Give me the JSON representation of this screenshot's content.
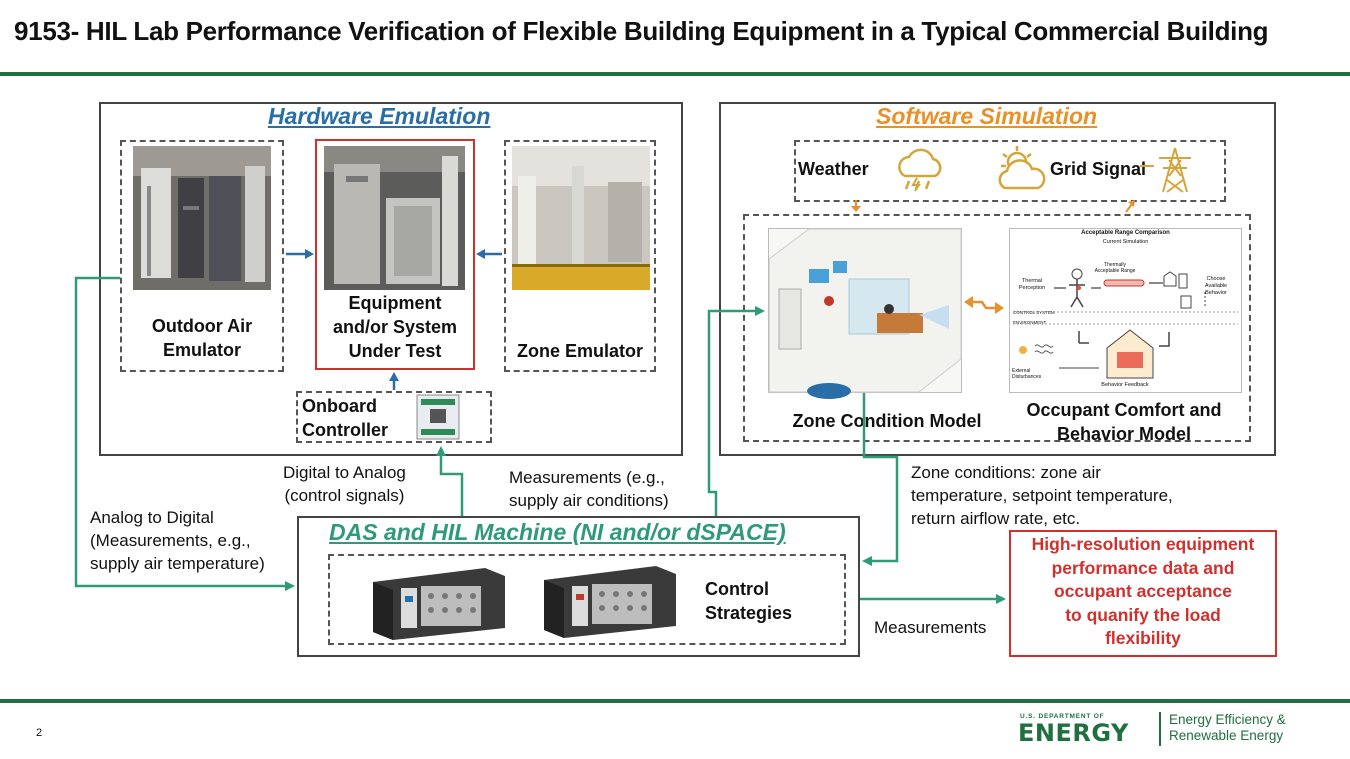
{
  "title": "9153- HIL Lab Performance Verification of Flexible Building Equipment in a Typical Commercial Building",
  "hardware": {
    "title": "Hardware Emulation",
    "outdoor": "Outdoor Air\nEmulator",
    "equipment": "Equipment\nand/or System\nUnder Test",
    "zone": "Zone Emulator",
    "onboard": "Onboard\nController"
  },
  "software": {
    "title": "Software Simulation",
    "weather": "Weather",
    "grid": "Grid Signal",
    "zone_model": "Zone Condition Model",
    "occupant_model": "Occupant Comfort and\nBehavior Model"
  },
  "occupant_figure": {
    "top_label": "Acceptable Range Comparison",
    "sub_label": "Current Simulation",
    "thermal": "Thermal\nPerception",
    "thermally": "Thermally\nAcceptable Range",
    "choose": "Choose\nAvailable\nBehavior",
    "control": "CONTROL SYSTEM",
    "environment": "ENVIRONMENT",
    "external": "External\nDisturbances",
    "feedback": "Behavior Feedback"
  },
  "das": {
    "title": "DAS and HIL Machine (NI and/or dSPACE)",
    "control": "Control\nStrategies"
  },
  "annotations": {
    "d2a": "Digital to Analog\n(control signals)",
    "measurements_eg": "Measurements (e.g.,\nsupply air conditions)",
    "a2d": "Analog to Digital\n(Measurements, e.g.,\nsupply air temperature)",
    "zone_conditions": "Zone conditions: zone air\ntemperature, setpoint temperature,\nreturn airflow rate, etc.",
    "measurements": "Measurements"
  },
  "output": "High-resolution equipment\nperformance data and\noccupant acceptance\nto quanify the load\nflexibility",
  "footer": {
    "page": "2",
    "doe_small": "U.S. DEPARTMENT OF",
    "doe_big": "ENERGY",
    "eere": "Energy Efficiency &\nRenewable Energy"
  },
  "colors": {
    "green_rule": "#1f6f3f",
    "hardware_blue": "#2a6ea8",
    "software_orange": "#e8902a",
    "das_green": "#2f9a78",
    "output_red": "#d0312d",
    "icon_gold": "#d4a63a"
  }
}
